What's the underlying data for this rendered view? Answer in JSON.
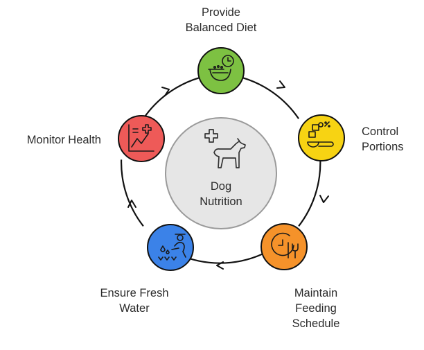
{
  "diagram": {
    "center": {
      "lines": [
        "Dog",
        "Nutrition"
      ]
    },
    "steps": [
      {
        "id": "diet",
        "lines": [
          "Provide",
          "Balanced Diet"
        ],
        "color": "#7dc142",
        "icon": "dog-bowl-clock-icon"
      },
      {
        "id": "portions",
        "lines": [
          "Control",
          "Portions"
        ],
        "color": "#f7d313",
        "icon": "measuring-scoop-icon"
      },
      {
        "id": "schedule",
        "lines": [
          "Maintain",
          "Feeding",
          "Schedule"
        ],
        "color": "#f5922a",
        "icon": "clock-fork-icon"
      },
      {
        "id": "water",
        "lines": [
          "Ensure Fresh",
          "Water"
        ],
        "color": "#3b82e8",
        "icon": "watering-person-icon"
      },
      {
        "id": "health",
        "lines": [
          "Monitor Health"
        ],
        "color": "#ee5a58",
        "icon": "health-chart-icon"
      }
    ],
    "colors": {
      "ring": "#111111",
      "center_fill": "#e6e6e6",
      "center_stroke": "#9a9a9a",
      "text": "#2b2b2b"
    }
  }
}
